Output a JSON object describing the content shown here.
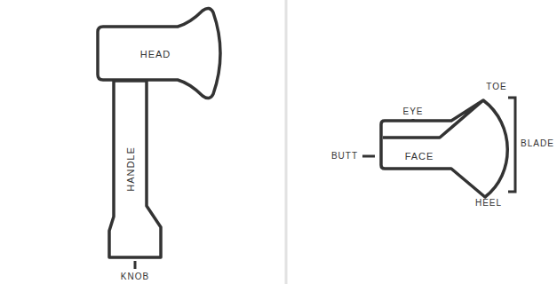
{
  "diagram": {
    "nodes": [
      {
        "text": [
          "HEAD"
        ]
      },
      {
        "text": [
          "HANDLE"
        ]
      },
      {
        "text": [
          "FACE"
        ]
      }
    ],
    "labels": [
      "KNOB",
      "EYE",
      "TOE",
      "BUTT",
      "BLADE",
      "HEEL"
    ]
  }
}
